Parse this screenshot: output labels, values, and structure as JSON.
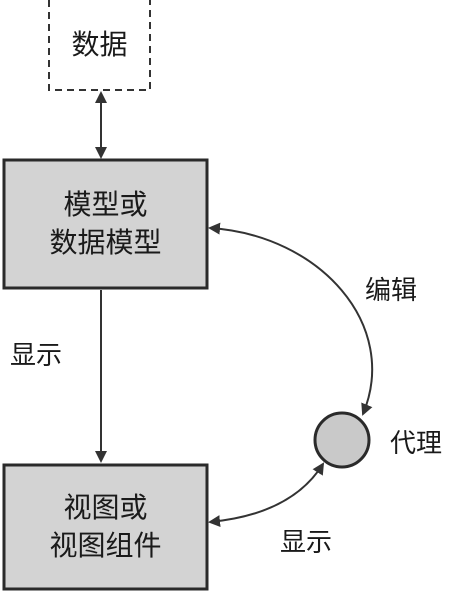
{
  "diagram": {
    "data_box": {
      "label": "数据"
    },
    "model_box": {
      "line1": "模型或",
      "line2": "数据模型"
    },
    "view_box": {
      "line1": "视图或",
      "line2": "视图组件"
    },
    "delegate": {
      "label": "代理"
    },
    "edges": {
      "model_to_view": "显示",
      "delegate_to_model": "编辑",
      "delegate_to_view": "显示"
    },
    "colors": {
      "box_fill": "#d3d3d3",
      "box_stroke": "#2a2a2a",
      "delegate_fill": "#c9c9c9",
      "line": "#333333",
      "text": "#1a1a1a"
    }
  }
}
